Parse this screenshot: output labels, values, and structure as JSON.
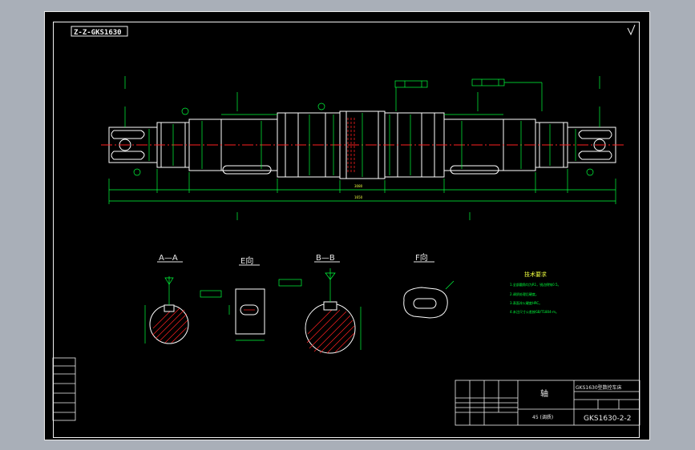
{
  "drawing_code_top": "Z-Z-GKS1630",
  "section_titles": {
    "aa": "A—A",
    "e_view": "E向",
    "bb": "B—B",
    "f_view": "F向"
  },
  "tech_requirements": {
    "title": "技术要求",
    "items": [
      "1.全部圆角均为R1，锐边倒钝0.5。",
      "2.调质处理后硬度。",
      "3.表面淬火硬度HRC。",
      "4.未注尺寸公差按GB/T1804-m。"
    ]
  },
  "title_block": {
    "part_name": "轴",
    "product": "GKS1630型数控车床",
    "material": "45 (调质)",
    "drawing_number": "GKS1630-2-2"
  },
  "dims": {
    "overall_length": "1650",
    "center": "3080"
  },
  "colors": {
    "sheet": "#000000",
    "background": "#a9afb8",
    "outline": "#ffffff",
    "dimension": "#00ff3c",
    "centerline": "#ff2020",
    "hatch": "#ff2020",
    "text": "#f0ff40"
  }
}
